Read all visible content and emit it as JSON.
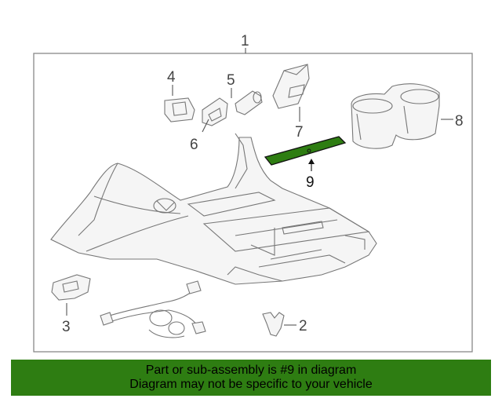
{
  "diagram": {
    "callouts": [
      {
        "id": "1",
        "label": "1"
      },
      {
        "id": "2",
        "label": "2"
      },
      {
        "id": "3",
        "label": "3"
      },
      {
        "id": "4",
        "label": "4"
      },
      {
        "id": "5",
        "label": "5"
      },
      {
        "id": "6",
        "label": "6"
      },
      {
        "id": "7",
        "label": "7"
      },
      {
        "id": "8",
        "label": "8"
      },
      {
        "id": "9",
        "label": "9"
      }
    ],
    "highlighted_part": "9",
    "highlight_color": "#2e7d12",
    "frame_color": "#888888"
  },
  "banner": {
    "line1": "Part or sub-assembly is #9 in diagram",
    "line2": "Diagram may not be specific to your vehicle",
    "background": "#2e7d12"
  }
}
